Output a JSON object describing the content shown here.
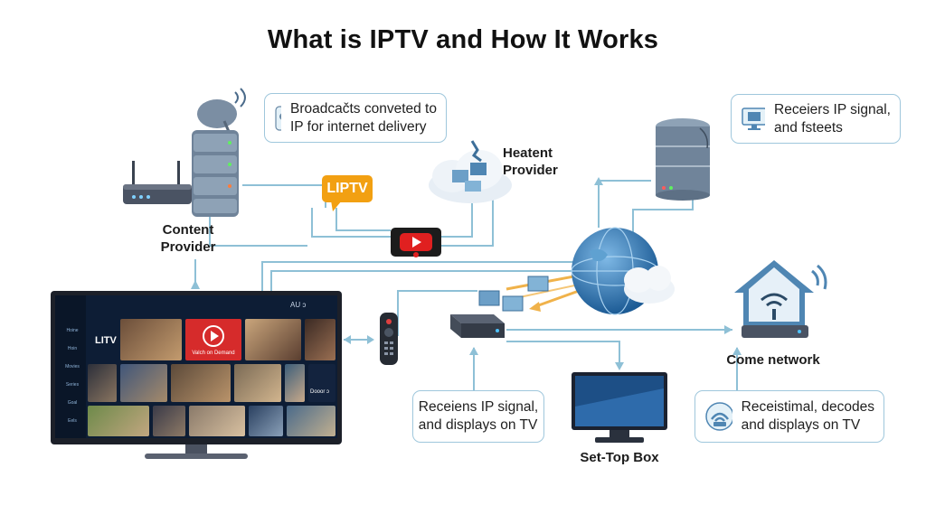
{
  "title": "What is IPTV and How It Works",
  "callouts": {
    "broadcast": {
      "line1": "Broadcačts conveted to",
      "line2": "IP for internet delivery",
      "icon": "satellite-icon"
    },
    "receiver_top": {
      "line1": "Receiers IP signal,",
      "line2": "and fsteets",
      "icon": "monitor-icon"
    },
    "receiver_tv": {
      "line1": "Receiens IP signal,",
      "line2": "and displays on TV"
    },
    "receiver_home": {
      "line1": "Receistimal, decodes",
      "line2": "and displays on TV",
      "icon": "router-signal-icon"
    }
  },
  "labels": {
    "content_provider_1": "Content",
    "content_provider_2": "Provider",
    "heatent_1": "Heatent",
    "heatent_2": "Provider",
    "home_network": "Come network",
    "set_top_box": "Set-Top Box",
    "iptv_bubble": "LIPTV"
  },
  "tv_screen": {
    "brand_label": "LITV",
    "header_label": "AU ᴐ",
    "video_label": "Valch on Demand",
    "side_label": "Dooor ᴐ",
    "menu_items": [
      "Hoine",
      "Hoin",
      "Movies",
      "Series",
      "Goal",
      "Eels"
    ]
  },
  "colors": {
    "accent_line": "#8ec0d6",
    "callout_border": "#9fc7dc",
    "tv_bg": "#0d1d35",
    "youtube_red": "#e02020",
    "iptv_orange": "#f2a012"
  }
}
